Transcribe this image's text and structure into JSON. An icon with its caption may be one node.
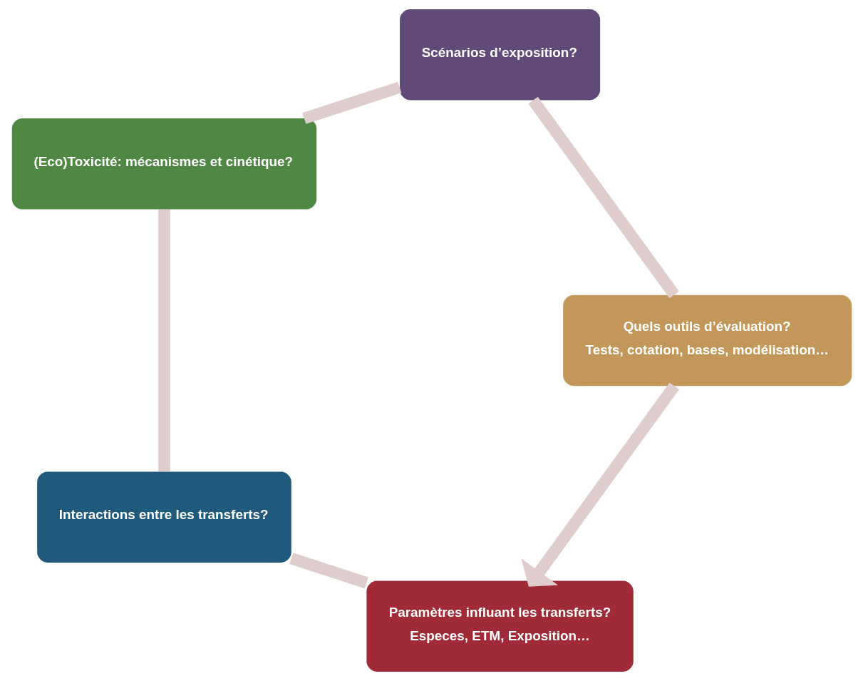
{
  "diagram": {
    "nodes": [
      {
        "text": [
          "Paramètres influant les transferts?",
          "Especes, ETM, Exposition…"
        ]
      },
      {
        "text": [
          "Interactions entre les transferts?"
        ]
      },
      {
        "text": [
          "(Eco)Toxicité: mécanismes et cinétique?"
        ]
      },
      {
        "text": [
          "Scénarios d’exposition?"
        ]
      },
      {
        "text": [
          "Quels outils d’évaluation?",
          "Tests, cotation, bases, modélisation…"
        ]
      }
    ],
    "edges": [
      {
        "from": 0,
        "to": 1,
        "arrow": "none"
      },
      {
        "from": 1,
        "to": 2,
        "arrow": "none"
      },
      {
        "from": 2,
        "to": 3,
        "arrow": "none"
      },
      {
        "from": 3,
        "to": 4,
        "arrow": "none"
      },
      {
        "from": 4,
        "to": 0,
        "arrow": "to"
      }
    ]
  }
}
